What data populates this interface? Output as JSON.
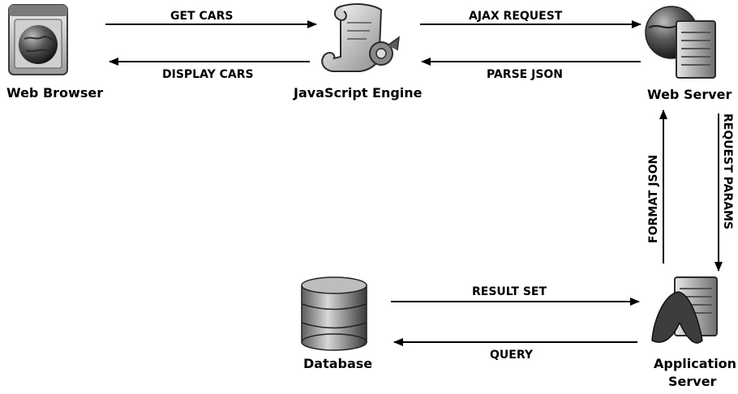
{
  "nodes": {
    "web_browser": {
      "label": "Web Browser"
    },
    "javascript_engine": {
      "label": "JavaScript Engine"
    },
    "web_server": {
      "label": "Web Server"
    },
    "database": {
      "label": "Database"
    },
    "application_server": {
      "label_line1": "Application",
      "label_line2": "Server"
    }
  },
  "edges": {
    "get_cars": "GET CARS",
    "display_cars": "DISPLAY CARS",
    "ajax_request": "AJAX REQUEST",
    "parse_json": "PARSE JSON",
    "format_json": "FORMAT JSON",
    "request_params": "REQUEST PARAMS",
    "result_set": "RESULT SET",
    "query": "QUERY"
  },
  "icons": {
    "web_browser": "browser-globe-icon",
    "javascript_engine": "script-scroll-icon",
    "web_server": "server-globe-icon",
    "database": "database-cylinder-icon",
    "application_server": "application-server-icon"
  }
}
